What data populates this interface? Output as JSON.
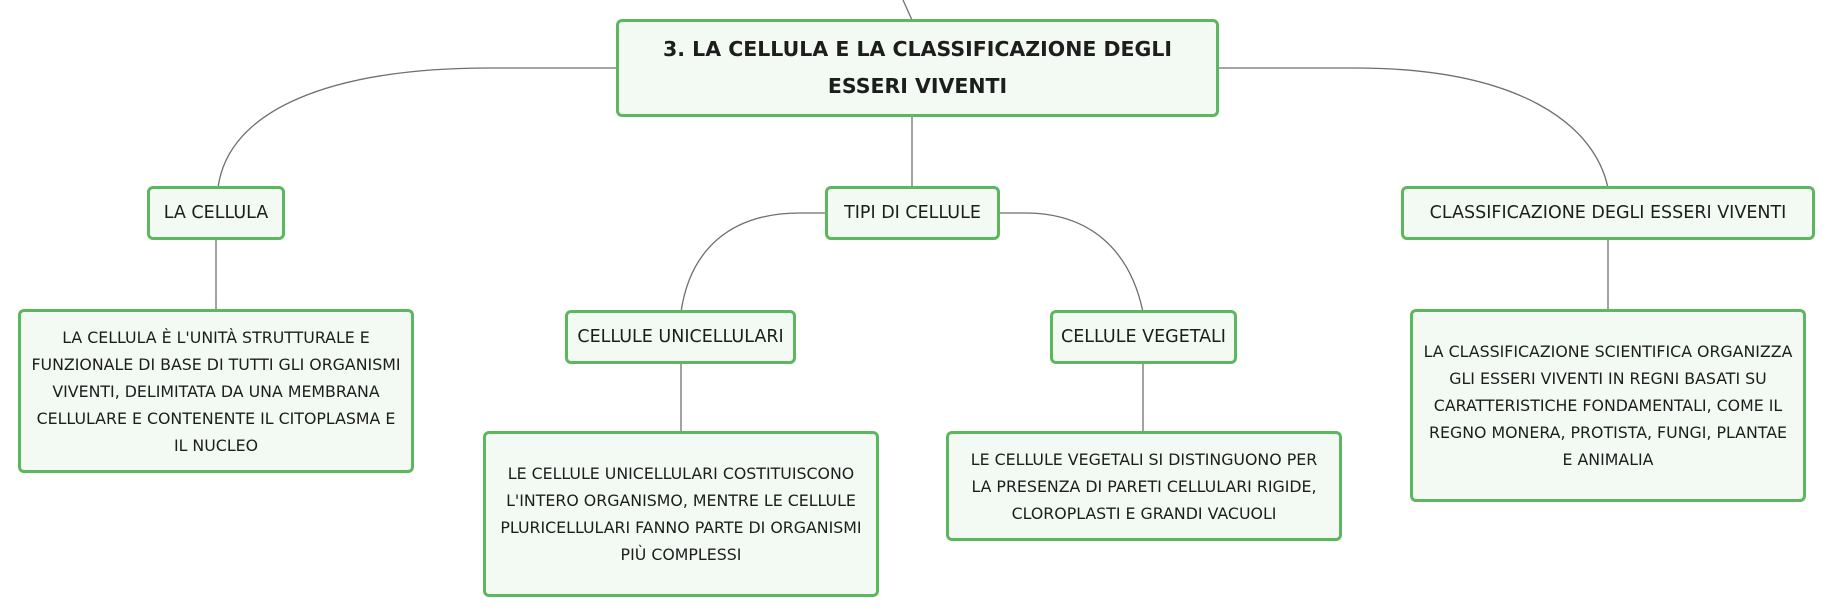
{
  "root": {
    "label": "3. LA CELLULA E LA CLASSIFICAZIONE DEGLI ESSERI VIVENTI"
  },
  "nodes": {
    "cellula": {
      "label": "LA CELLULA"
    },
    "tipi": {
      "label": "TIPI DI CELLULE"
    },
    "classificazione": {
      "label": "CLASSIFICAZIONE DEGLI ESSERI VIVENTI"
    },
    "unicellulari": {
      "label": "CELLULE UNICELLULARI"
    },
    "vegetali": {
      "label": "CELLULE VEGETALI"
    }
  },
  "details": {
    "cellula": {
      "text": "LA CELLULA È L'UNITÀ STRUTTURALE E FUNZIONALE DI BASE DI TUTTI GLI ORGANISMI VIVENTI, DELIMITATA DA UNA MEMBRANA CELLULARE E CONTENENTE IL CITOPLASMA E IL NUCLEO"
    },
    "unicellulari": {
      "text": "LE CELLULE UNICELLULARI COSTITUISCONO L'INTERO ORGANISMO, MENTRE LE CELLULE PLURICELLULARI FANNO PARTE DI ORGANISMI PIÙ COMPLESSI"
    },
    "vegetali": {
      "text": "LE CELLULE VEGETALI SI DISTINGUONO PER LA PRESENZA DI PARETI CELLULARI RIGIDE, CLOROPLASTI E GRANDI VACUOLI"
    },
    "classificazione": {
      "text": "LA CLASSIFICAZIONE SCIENTIFICA ORGANIZZA GLI ESSERI VIVENTI IN REGNI BASATI SU CARATTERISTICHE FONDAMENTALI, COME IL REGNO MONERA, PROTISTA, FUNGI, PLANTAE E ANIMALIA"
    }
  },
  "colors": {
    "node_border": "#5cb85f",
    "node_fill": "#f2faf3",
    "connector": "#6f6f6f",
    "text": "#1d1d1d"
  }
}
